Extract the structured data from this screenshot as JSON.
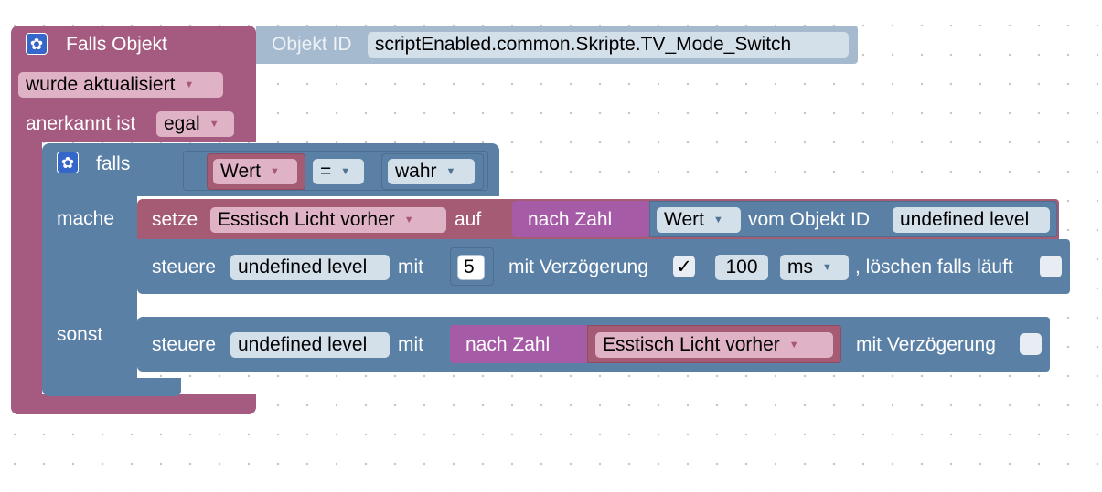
{
  "trigger": {
    "title": "Falls Objekt",
    "object_id_label": "Objekt ID",
    "object_id_value": "scriptEnabled.common.Skripte.TV_Mode_Switch",
    "event_value": "wurde aktualisiert",
    "ack_label": "anerkannt ist",
    "ack_value": "egal"
  },
  "if_block": {
    "label": "falls",
    "do_label": "mache",
    "else_label": "sonst",
    "condition": {
      "left_value": "Wert",
      "operator": "=",
      "right_value": "wahr"
    }
  },
  "do_set": {
    "label": "setze",
    "variable": "Esstisch Licht vorher",
    "to_label": "auf",
    "to_number_label": "nach Zahl",
    "value_field": "Wert",
    "from_object_label": "vom Objekt ID",
    "object_value": "undefined level"
  },
  "do_control": {
    "label": "steuere",
    "target": "undefined level",
    "with_label": "mit",
    "value": "5",
    "delay_label": "mit Verzögerung",
    "delay_checked": "✓",
    "delay_ms": "100",
    "unit": "ms",
    "clear_label": ", löschen falls läuft"
  },
  "else_control": {
    "label": "steuere",
    "target": "undefined level",
    "with_label": "mit",
    "to_number_label": "nach Zahl",
    "variable": "Esstisch Licht vorher",
    "delay_label": "mit Verzögerung"
  },
  "icons": {
    "gear": "gear-icon",
    "dropdown": "dropdown-arrow-icon",
    "checkbox": "checkbox-icon"
  },
  "colors": {
    "trigger": "#a55b80",
    "logic": "#5b80a5",
    "variable": "#a55b74",
    "math": "#a55ba5",
    "object_id": "#a5b9cf"
  }
}
